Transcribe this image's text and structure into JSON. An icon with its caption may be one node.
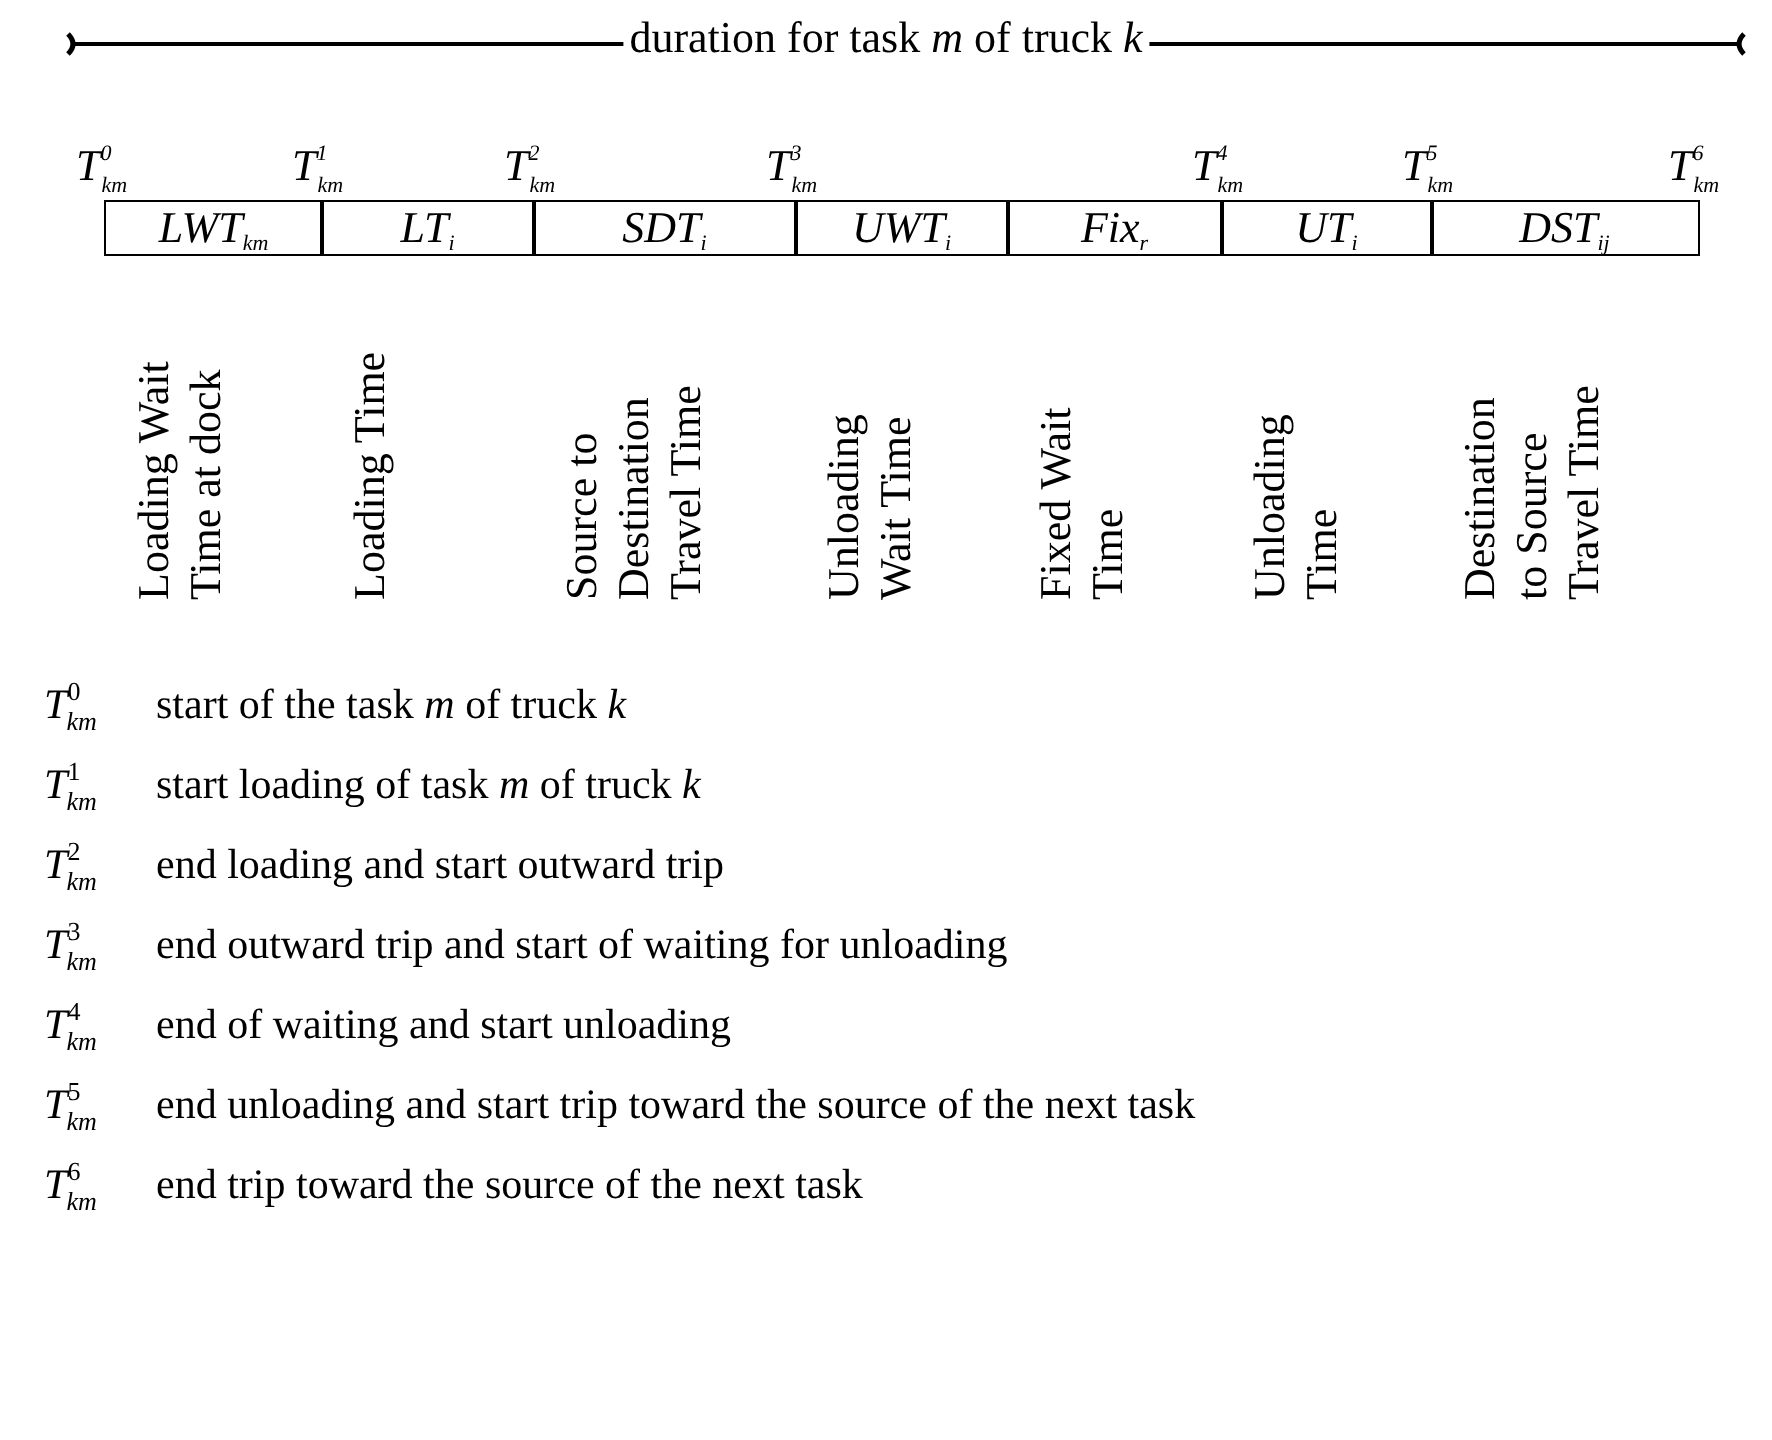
{
  "diagram": {
    "nodes": [
      {
        "text": [
          "LWT$_{km}$"
        ],
        "beside": [
          "Loading Wait Time at dock"
        ]
      },
      {
        "text": [
          "LT$_{i}$"
        ],
        "beside": [
          "Loading Time"
        ]
      },
      {
        "text": [
          "SDT$_{i}$"
        ],
        "beside": [
          "Source to Destination Travel Time"
        ]
      },
      {
        "text": [
          "UWT$_{i}$"
        ],
        "beside": [
          "Unloading Wait Time"
        ]
      },
      {
        "text": [
          "Fix$_{r}$"
        ],
        "beside": [
          "Fixed Wait Time"
        ]
      },
      {
        "text": [
          "UT$_{i}$"
        ],
        "beside": [
          "Unloading Time"
        ]
      },
      {
        "text": [
          "DST$_{ij}$"
        ],
        "beside": [
          "Destination to Source Travel Time"
        ]
      }
    ],
    "edges": [],
    "labels": [
      "duration for task *m* of truck *k*",
      "T$^{0}$$_{km}$",
      "T$^{1}$$_{km}$",
      "T$^{2}$$_{km}$",
      "T$^{3}$$_{km}$",
      "T$^{4}$$_{km}$",
      "T$^{5}$$_{km}$",
      "T$^{6}$$_{km}$",
      "T$^{0}$$_{km}$",
      "start of the task *m* of truck *k*",
      "T$^{1}$$_{km}$",
      "start loading of task *m* of truck *k*",
      "T$^{2}$$_{km}$",
      "end loading and start outward trip",
      "T$^{3}$$_{km}$",
      "end outward trip and start of waiting for unloading",
      "T$^{4}$$_{km}$",
      "end of waiting and start unloading",
      "T$^{5}$$_{km}$",
      "end unloading and start trip toward the source of the next task",
      "T$^{6}$$_{km}$",
      "end trip toward the source of the next task"
    ]
  }
}
